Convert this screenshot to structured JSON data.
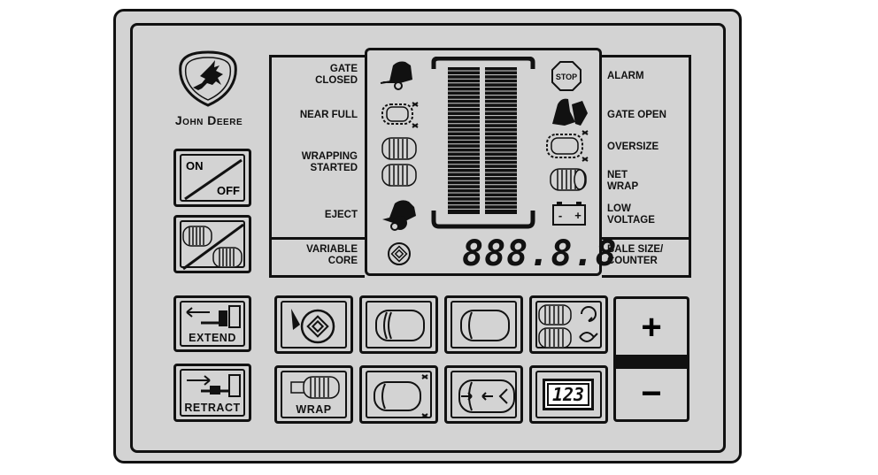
{
  "brand": {
    "name": "John Deere"
  },
  "display": {
    "left_labels": {
      "gate_closed": [
        "GATE",
        "CLOSED"
      ],
      "near_full": "NEAR FULL",
      "wrapping_started": [
        "WRAPPING",
        "STARTED"
      ],
      "eject": "EJECT",
      "variable_core": [
        "VARIABLE",
        "CORE"
      ]
    },
    "right_labels": {
      "alarm": "ALARM",
      "gate_open": "GATE OPEN",
      "oversize": "OVERSIZE",
      "net_wrap": [
        "NET",
        "WRAP"
      ],
      "low_voltage": [
        "LOW",
        "VOLTAGE"
      ],
      "bale_size_counter": [
        "BALE SIZE/",
        "COUNTER"
      ]
    },
    "stop_sign_text": "STOP",
    "digital_readout": "888.8.8",
    "battery_signs": {
      "minus": "-",
      "plus": "+"
    }
  },
  "buttons": {
    "on_off": {
      "on": "ON",
      "off": "OFF"
    },
    "extend": "EXTEND",
    "retract": "RETRACT",
    "wrap": "WRAP",
    "counter": "123",
    "plus": "+",
    "minus": "−"
  },
  "icons": [
    "john-deere-logo",
    "gate-closed-icon",
    "near-full-icon",
    "wrapping-started-icon",
    "eject-icon",
    "variable-core-icon",
    "stop-icon",
    "gate-open-icon",
    "oversize-icon",
    "net-wrap-icon",
    "battery-icon",
    "bale-fill-bargraph"
  ],
  "colors": {
    "panel": "#d3d3d3",
    "ink": "#111111"
  }
}
